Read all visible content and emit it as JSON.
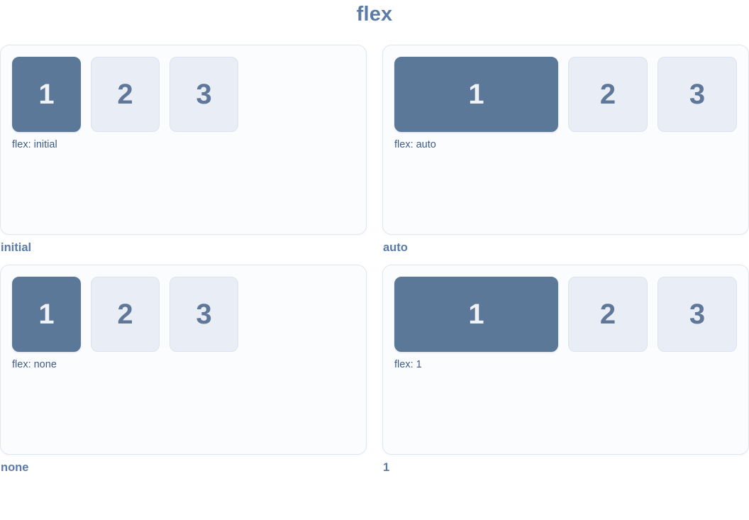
{
  "title": "flex",
  "colors": {
    "accent_box": "#5c7899",
    "muted_box": "#e9edf5",
    "muted_box_border": "#dce2ee",
    "caption_text": "#3f5c85",
    "label_text": "#5b7ba6",
    "panel_background": "#fbfcfe",
    "panel_border": "#e0e6f0"
  },
  "panels": [
    {
      "caption": "flex: initial",
      "label": "initial",
      "first_item_grows": false,
      "boxes": [
        "1",
        "2",
        "3"
      ]
    },
    {
      "caption": "flex: auto",
      "label": "auto",
      "first_item_grows": true,
      "boxes": [
        "1",
        "2",
        "3"
      ]
    },
    {
      "caption": "flex: none",
      "label": "none",
      "first_item_grows": false,
      "boxes": [
        "1",
        "2",
        "3"
      ]
    },
    {
      "caption": "flex: 1",
      "label": "1",
      "first_item_grows": true,
      "boxes": [
        "1",
        "2",
        "3"
      ]
    }
  ]
}
